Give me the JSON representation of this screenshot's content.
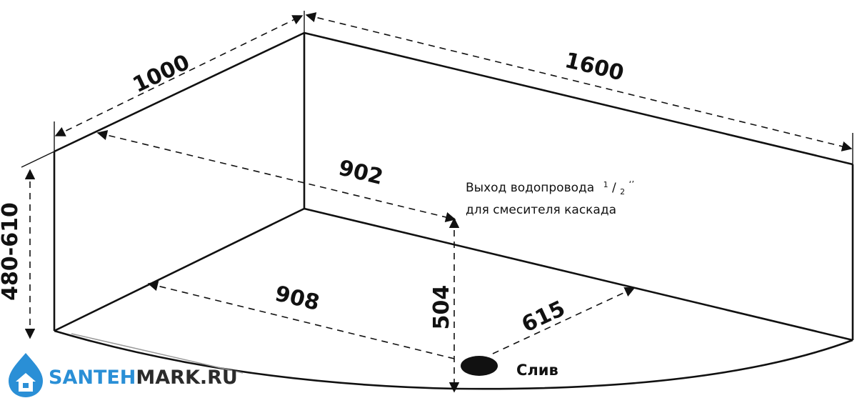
{
  "dimensions": {
    "back_left_length": "1000",
    "back_right_length": "1600",
    "diagonal_width": "902",
    "front_left_length": "908",
    "drain_offset": "504",
    "drain_to_right": "615",
    "height_range": "480-610"
  },
  "notes": {
    "water_outlet_line1": "Выход водопровода",
    "water_outlet_fraction_num": "1",
    "water_outlet_fraction_den": "2",
    "water_outlet_mark": "‘’",
    "water_outlet_line2": "для смесителя каскада"
  },
  "drain_label": "Слив",
  "logo": {
    "part1": "SANTEH",
    "part2": "MARK.RU",
    "color_primary": "#2a8fd6",
    "color_secondary": "#2b2b2b"
  }
}
